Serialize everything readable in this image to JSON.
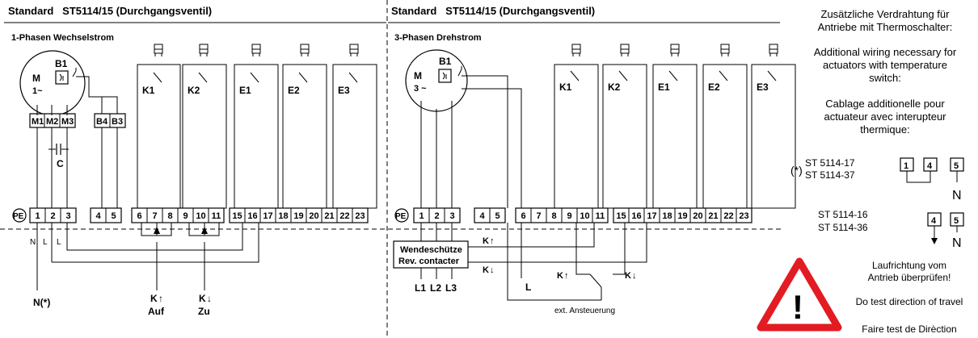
{
  "left": {
    "title": "Standard   ST5114/15 (Durchgangsventil)",
    "subtitle": "1-Phasen Wechselstrom",
    "motor_m": "M",
    "motor_phase": "1~",
    "switch_b1": "B1",
    "motor_terms": [
      "M1",
      "M2",
      "M3"
    ],
    "b_terms": [
      "B4",
      "B3"
    ],
    "capacitor": "C",
    "relays": [
      "K1",
      "K2",
      "E1",
      "E2",
      "E3"
    ],
    "pe": "PE",
    "terminals": [
      "1",
      "2",
      "3",
      "4",
      "5",
      "6",
      "7",
      "8",
      "9",
      "10",
      "11",
      "15",
      "16",
      "17",
      "18",
      "19",
      "20",
      "21",
      "22",
      "23"
    ],
    "wire_n": "N",
    "wire_l_up": "L",
    "wire_l_down": "L",
    "n_star": "N(*)",
    "k_up": "K",
    "k_down": "K",
    "auf": "Auf",
    "zu": "Zu"
  },
  "right": {
    "title": "Standard   ST5114/15 (Durchgangsventil)",
    "subtitle": "3-Phasen Drehstrom",
    "motor_m": "M",
    "motor_phase": "3 ~",
    "switch_b1": "B1",
    "relays": [
      "K1",
      "K2",
      "E1",
      "E2",
      "E3"
    ],
    "pe": "PE",
    "terminals": [
      "1",
      "2",
      "3",
      "4",
      "5",
      "6",
      "7",
      "8",
      "9",
      "10",
      "11",
      "15",
      "16",
      "17",
      "18",
      "19",
      "20",
      "21",
      "22",
      "23"
    ],
    "contactor_line1": "Wendeschütze",
    "contactor_line2": "Rev. contacter",
    "k_up": "K",
    "k_down": "K",
    "phases": [
      "L1",
      "L2",
      "L3"
    ],
    "wire_l": "L",
    "k_up_2": "K",
    "k_down_2": "K",
    "ext": "ext. Ansteuerung"
  },
  "panel": {
    "de_line1": "Zusätzliche Verdrahtung für",
    "de_line2": "Antriebe mit Thermoschalter:",
    "en_line1": "Additional wiring necessary for",
    "en_line2": "actuators with temperature",
    "en_line3": "switch:",
    "fr_line1": "Cablage additionelle pour",
    "fr_line2": "actuateur avec interupteur",
    "fr_line3": "thermique:",
    "star": "(*)",
    "model_a1": "ST 5114-17",
    "model_a2": "ST 5114-37",
    "term_a": [
      "1",
      "4",
      "5"
    ],
    "n_a": "N",
    "model_b1": "ST 5114-16",
    "model_b2": "ST 5114-36",
    "term_b": [
      "4",
      "5"
    ],
    "n_b": "N",
    "warn_de1": "Laufrichtung vom",
    "warn_de2": "Antrieb überprüfen!",
    "warn_en": "Do test direction of travel",
    "warn_fr": "Faire test de Dirèction",
    "warn_glyph": "!"
  }
}
